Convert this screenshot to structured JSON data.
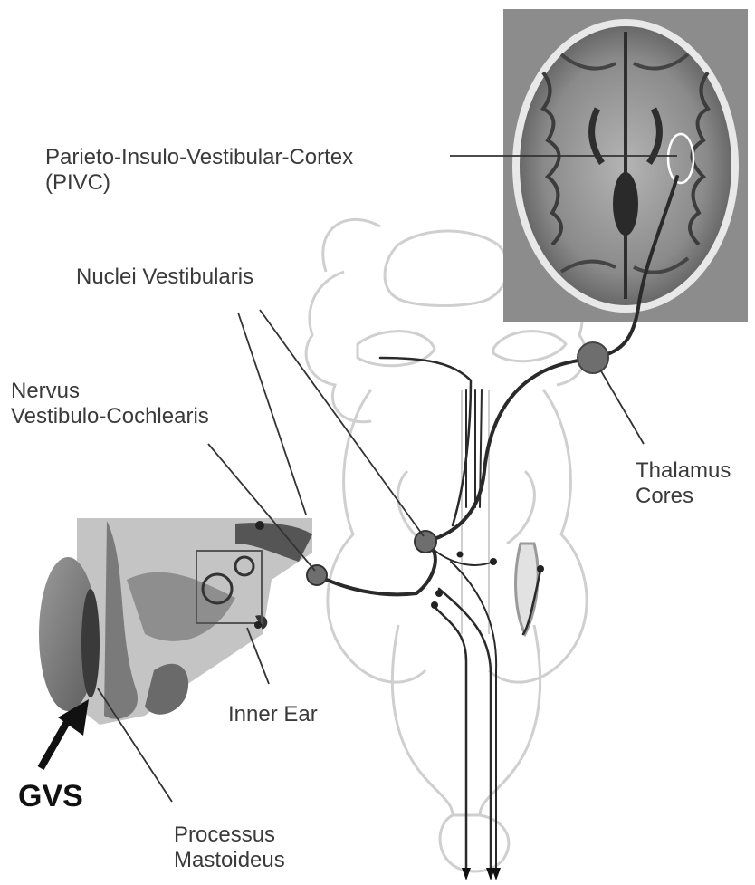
{
  "labels": {
    "pivc_line1": "Parieto-Insulo-Vestibular-Cortex",
    "pivc_line2": "(PIVC)",
    "nuclei": "Nuclei Vestibularis",
    "nervus_line1": "Nervus",
    "nervus_line2": "Vestibulo-Cochlearis",
    "thalamus_line1": "Thalamus",
    "thalamus_line2": "Cores",
    "inner_ear": "Inner Ear",
    "gvs": "GVS",
    "processus_line1": "Processus",
    "processus_line2": "Mastoideus"
  },
  "colors": {
    "label_text": "#3a3a3a",
    "pathway": "#2a2a2a",
    "brainstem_outline": "#c8c8c8",
    "node_fill": "#6e6e6e",
    "pivc_marker": "#ffffff"
  }
}
